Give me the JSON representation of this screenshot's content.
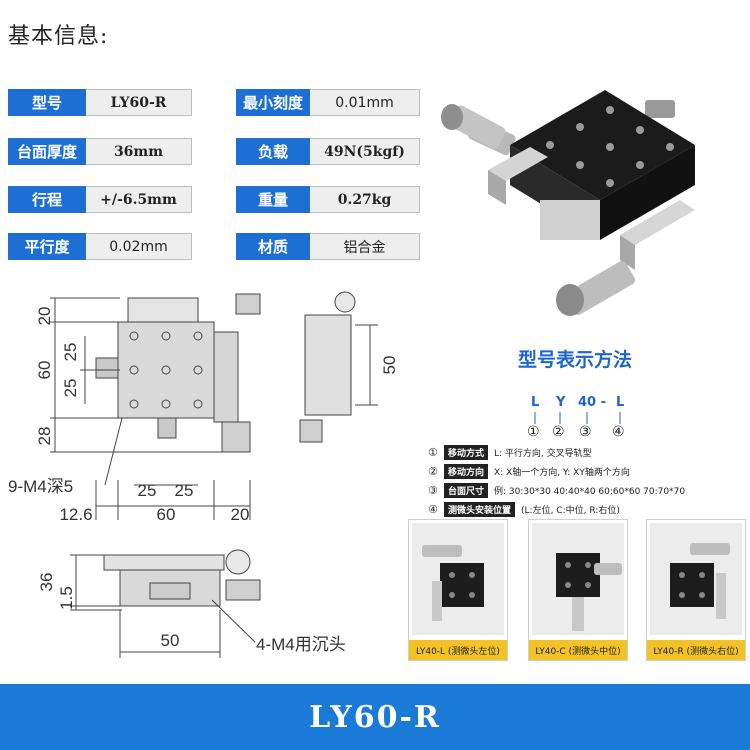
{
  "page_title": "基本信息:",
  "specs": [
    {
      "label": "型号",
      "value": "LY60-R"
    },
    {
      "label": "最小刻度",
      "value": "0.01mm"
    },
    {
      "label": "台面厚度",
      "value": "36mm"
    },
    {
      "label": "负载",
      "value": "49N(5kgf)"
    },
    {
      "label": "行程",
      "value": "+/-6.5mm"
    },
    {
      "label": "重量",
      "value": "0.27kg"
    },
    {
      "label": "平行度",
      "value": "0.02mm"
    },
    {
      "label": "材质",
      "value": "铝合金"
    }
  ],
  "drawing": {
    "top_view_dims": [
      "20",
      "25",
      "60",
      "25",
      "28"
    ],
    "bottom_dims": [
      "25",
      "25",
      "12.6",
      "60",
      "20"
    ],
    "side_dim": "50",
    "front_dims": [
      "36",
      "1.5",
      "50"
    ],
    "callout_holes": "9-M4深5",
    "callout_countersink": "4-M4用沉头"
  },
  "model_notation": {
    "title": "型号表示方法",
    "code_parts": [
      "L",
      "Y",
      "40 -",
      "L"
    ],
    "code_numbers": [
      "①",
      "②",
      "③",
      "④"
    ],
    "rules": [
      {
        "num": "①",
        "tag": "移动方式",
        "text": "L: 平行方向, 交叉导轨型"
      },
      {
        "num": "②",
        "tag": "移动方向",
        "text": "X: X轴一个方向, Y: XY轴两个方向"
      },
      {
        "num": "③",
        "tag": "台面尺寸",
        "text": "例: 30:30*30  40:40*40  60:60*60  70:70*70"
      },
      {
        "num": "④",
        "tag": "测微头安装位置",
        "text": "(L:左位, C:中位, R:右位)"
      }
    ],
    "variants": [
      {
        "caption": "LY40-L (测微头左位)"
      },
      {
        "caption": "LY40-C (测微头中位)"
      },
      {
        "caption": "LY40-R (测微头右位)"
      }
    ]
  },
  "banner_text": "LY60-R",
  "colors": {
    "accent": "#1e6fd4",
    "banner": "#1a7ad8",
    "caption_bg": "#f3c326"
  }
}
